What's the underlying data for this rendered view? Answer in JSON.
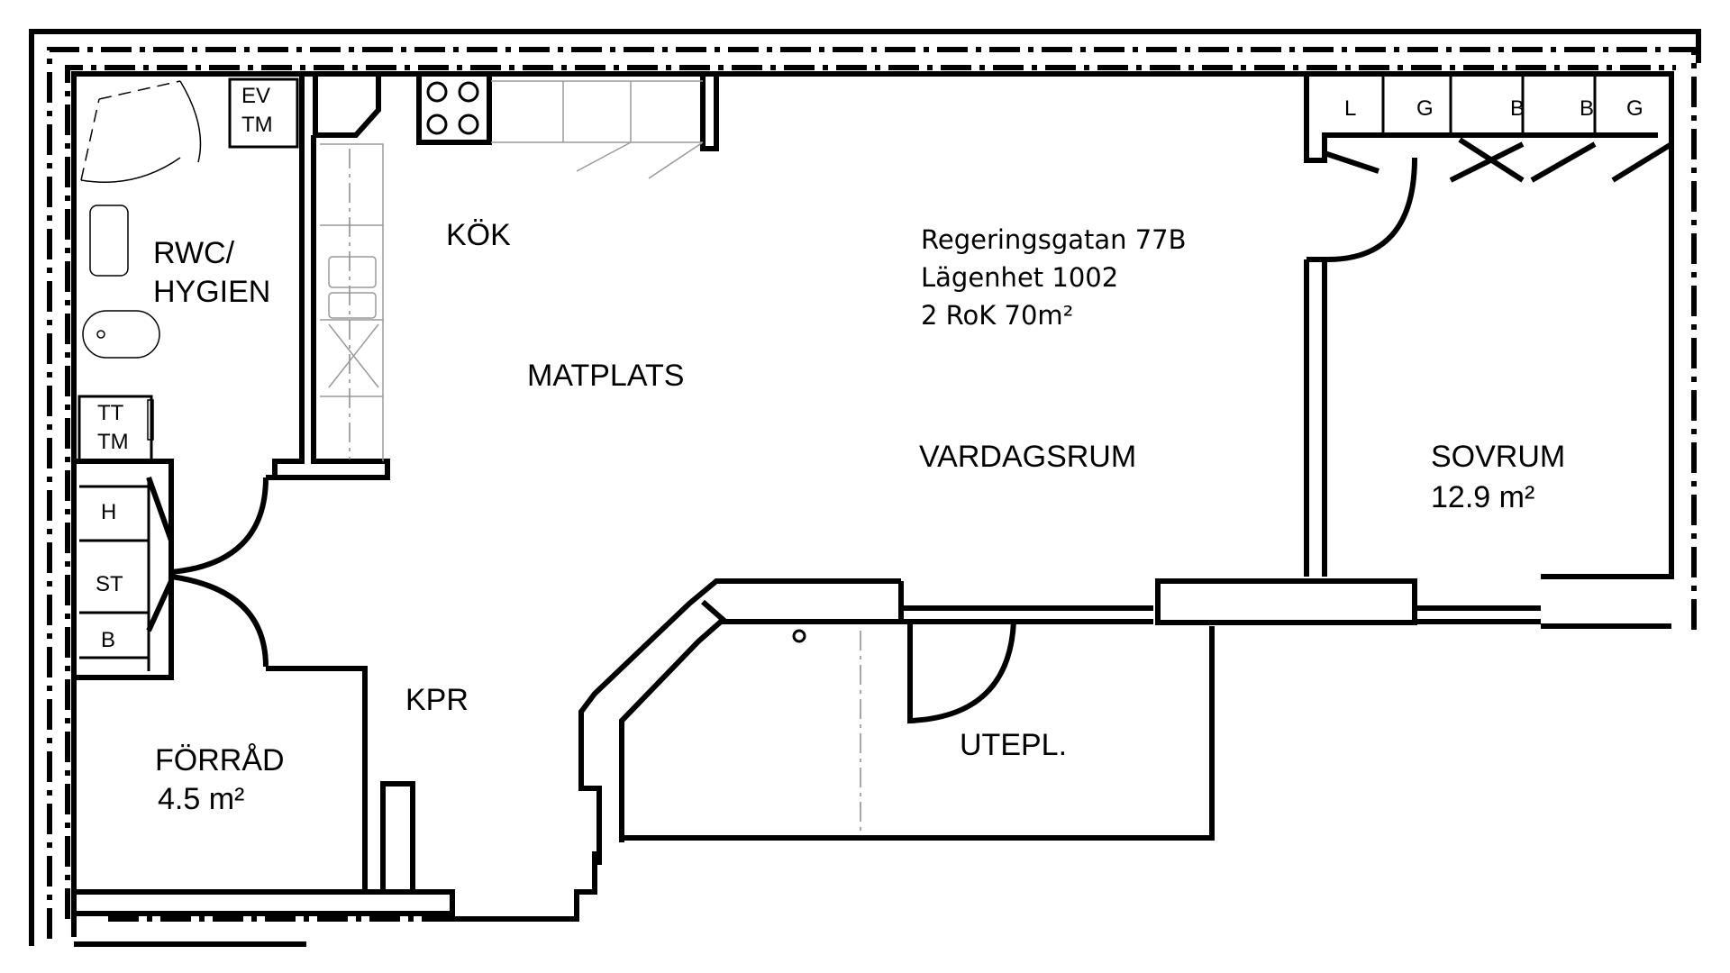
{
  "rooms": {
    "rwc_line1": "RWC/",
    "rwc_line2": "HYGIEN",
    "kok": "KÖK",
    "matplats": "MATPLATS",
    "vardagsrum": "VARDAGSRUM",
    "sovrum": "SOVRUM",
    "sovrum_area": "12.9 m²",
    "forrad": "FÖRRÅD",
    "forrad_area": "4.5 m²",
    "kpr": "KPR",
    "utepl": "UTEPL."
  },
  "address": {
    "street": "Regeringsgatan 77B",
    "unit": "Lägenhet 1002",
    "summary": "2 RoK 70m²"
  },
  "fixtures": {
    "ev": "EV",
    "tm_top": "TM",
    "tt": "TT",
    "tm_bottom": "TM",
    "hall_h": "H",
    "hall_st": "ST",
    "hall_b": "B",
    "closet": [
      "L",
      "G",
      "B",
      "B",
      "G"
    ]
  }
}
